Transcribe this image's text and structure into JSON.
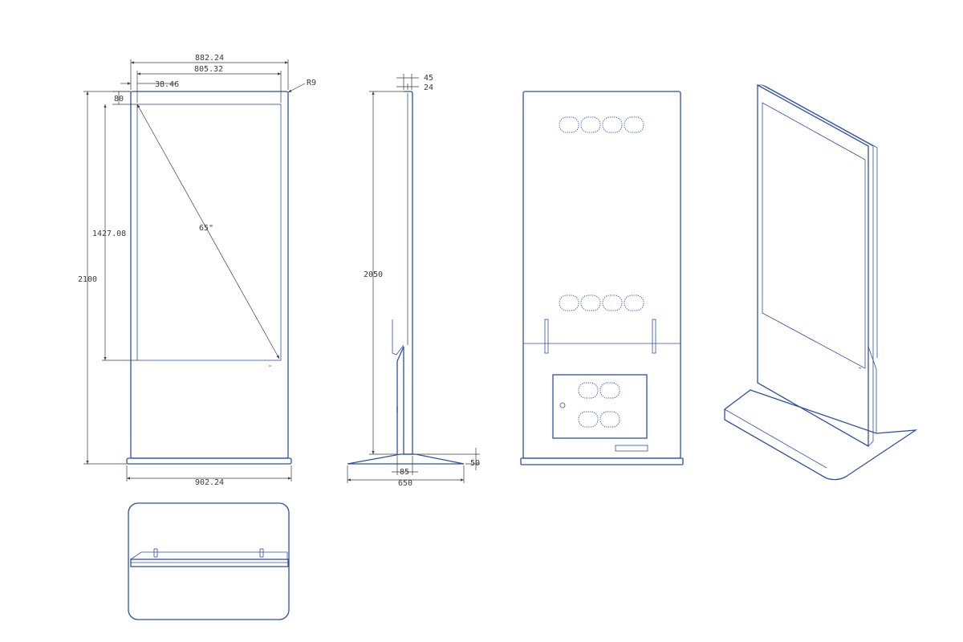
{
  "drawing": {
    "line_color": "#2f4fa8",
    "dimension_color": "#3c3c3c",
    "front_view": {
      "overall_width_label": "882.24",
      "screen_width_label": "805.32",
      "side_margin_label": "38.46",
      "corner_radius_label": "R9",
      "top_margin_label": "80",
      "screen_height_label": "1427.08",
      "overall_height_label": "2100",
      "diagonal_label": "65\"",
      "base_width_label": "902.24"
    },
    "side_view": {
      "top_thickness_label": "45",
      "screen_thickness_label": "24",
      "height_label": "2050",
      "base_height_label": "50",
      "column_depth_label": "85",
      "base_depth_label": "650"
    }
  }
}
